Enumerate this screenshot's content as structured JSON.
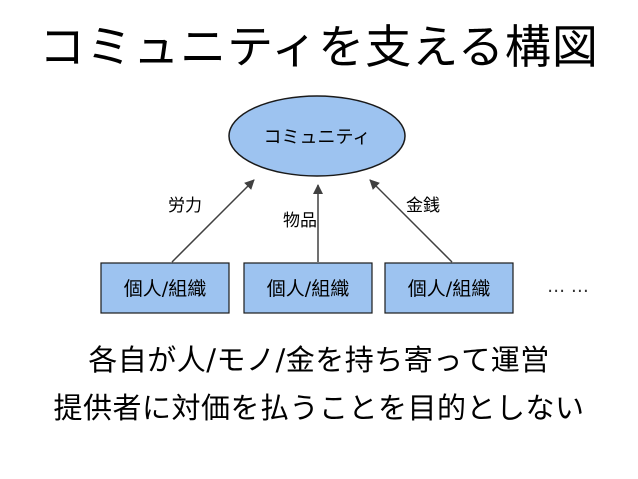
{
  "slide": {
    "title": "コミュニティを支える構図"
  },
  "diagram": {
    "center_node": "コミュニティ",
    "members": [
      "個人/組織",
      "個人/組織",
      "個人/組織"
    ],
    "ellipsis": "… …",
    "arrow_labels": [
      "労力",
      "物品",
      "金銭"
    ],
    "colors": {
      "ellipse_fill": "#9dc3f0",
      "box_fill": "#9dc3f0",
      "stroke": "#1a1a1a",
      "arrow": "#404040"
    }
  },
  "caption": {
    "line1": "各自が人/モノ/金を持ち寄って運営",
    "line2": "提供者に対価を払うことを目的としない"
  }
}
